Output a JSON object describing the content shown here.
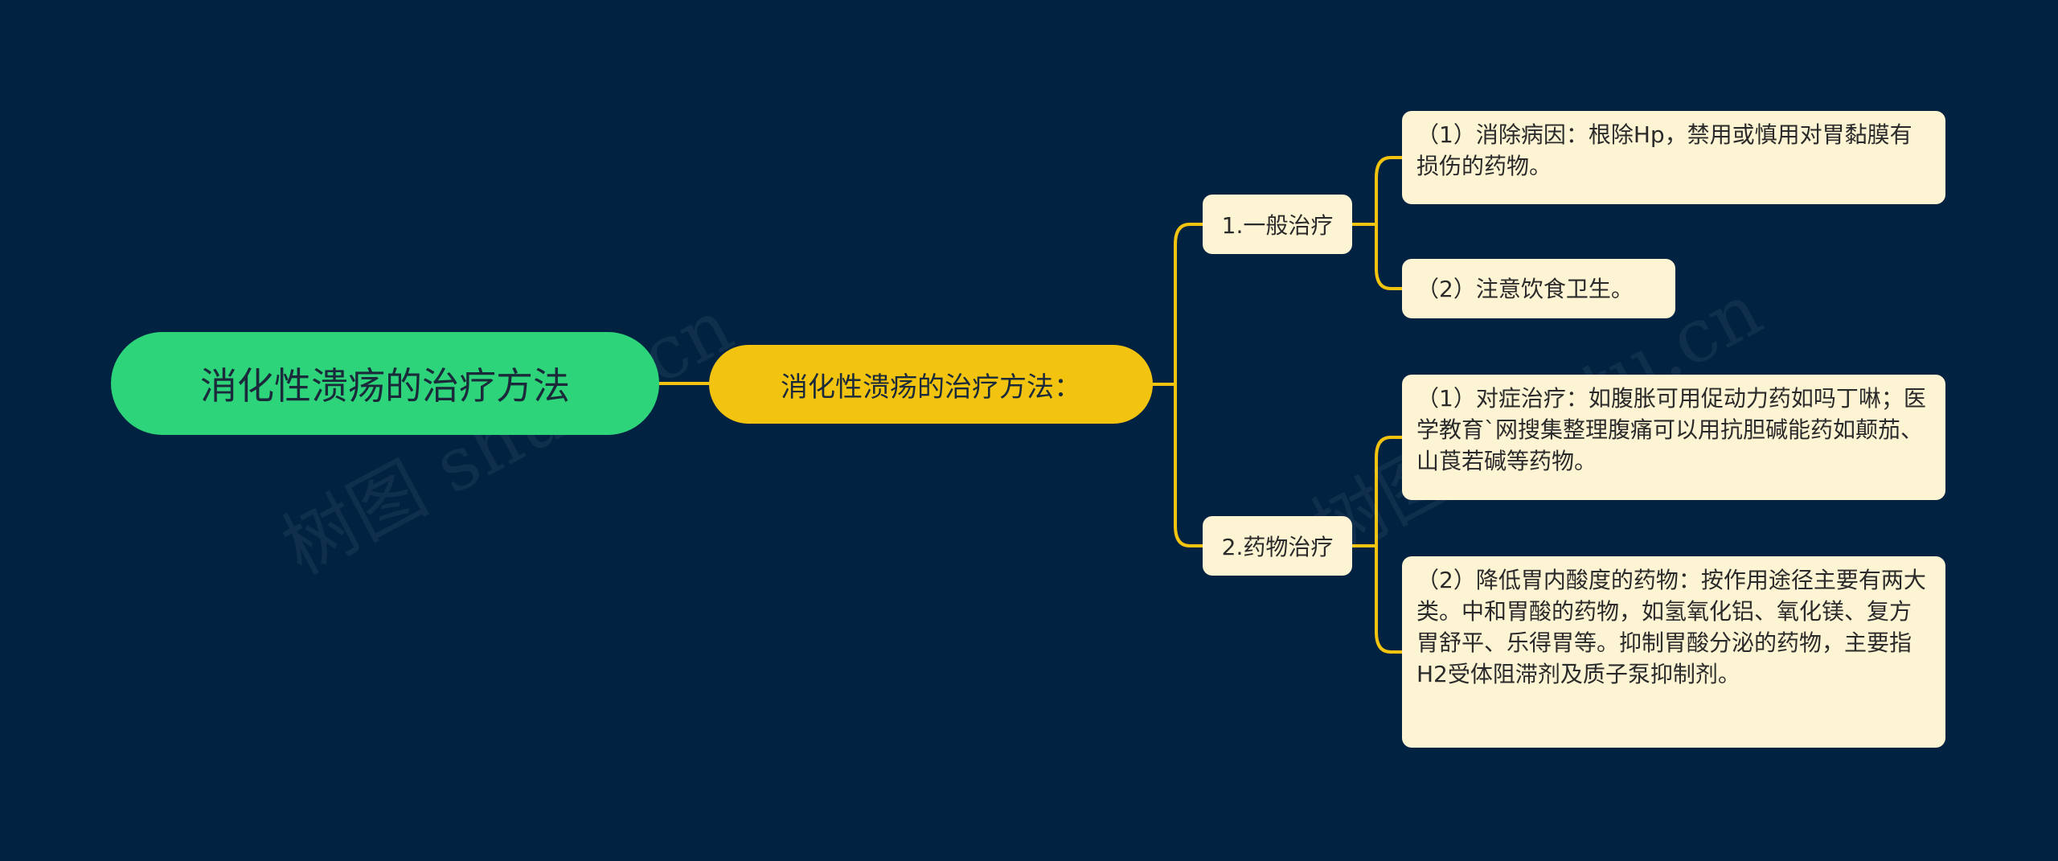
{
  "root": {
    "label": "消化性溃疡的治疗方法"
  },
  "branch": {
    "label": "消化性溃疡的治疗方法："
  },
  "categories": [
    {
      "label": "1.一般治疗",
      "items": [
        "（1）消除病因：根除Hp，禁用或慎用对胃黏膜有损伤的药物。",
        "（2）注意饮食卫生。"
      ]
    },
    {
      "label": "2.药物治疗",
      "items": [
        "（1）对症治疗：如腹胀可用促动力药如吗丁啉；医学教育`网搜集整理腹痛可以用抗胆碱能药如颠茄、山莨若碱等药物。",
        "（2）降低胃内酸度的药物：按作用途径主要有两大类。中和胃酸的药物，如氢氧化铝、氧化镁、复方胃舒平、乐得胃等。抑制胃酸分泌的药物，主要指H2受体阻滞剂及质子泵抑制剂。"
      ]
    }
  ],
  "watermark": "树图 shutu.cn",
  "colors": {
    "background": "#022241",
    "root": "#2ed47a",
    "branch": "#f2c40f",
    "node": "#fdf4d3",
    "line": "#f2c40f"
  }
}
